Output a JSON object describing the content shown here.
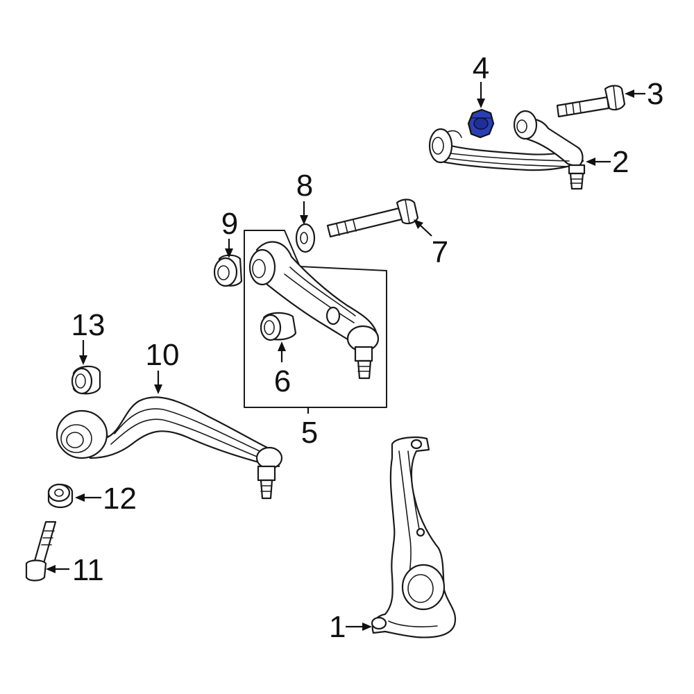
{
  "diagram": {
    "highlight_color": "#2b3fb3",
    "parts": [
      {
        "number": "1",
        "icon": "steering-knuckle-icon",
        "highlighted": false
      },
      {
        "number": "2",
        "icon": "upper-control-arm-icon",
        "highlighted": false
      },
      {
        "number": "3",
        "icon": "bolt-icon",
        "highlighted": false
      },
      {
        "number": "4",
        "icon": "hex-nut-icon",
        "highlighted": true
      },
      {
        "number": "5",
        "icon": "lower-control-arm-assembly-icon",
        "highlighted": false
      },
      {
        "number": "6",
        "icon": "bushing-icon",
        "highlighted": false
      },
      {
        "number": "7",
        "icon": "bolt-icon",
        "highlighted": false
      },
      {
        "number": "8",
        "icon": "washer-icon",
        "highlighted": false
      },
      {
        "number": "9",
        "icon": "bushing-icon",
        "highlighted": false
      },
      {
        "number": "10",
        "icon": "lower-control-arm-icon",
        "highlighted": false
      },
      {
        "number": "11",
        "icon": "bolt-icon",
        "highlighted": false
      },
      {
        "number": "12",
        "icon": "washer-icon",
        "highlighted": false
      },
      {
        "number": "13",
        "icon": "bushing-icon",
        "highlighted": false
      }
    ]
  }
}
